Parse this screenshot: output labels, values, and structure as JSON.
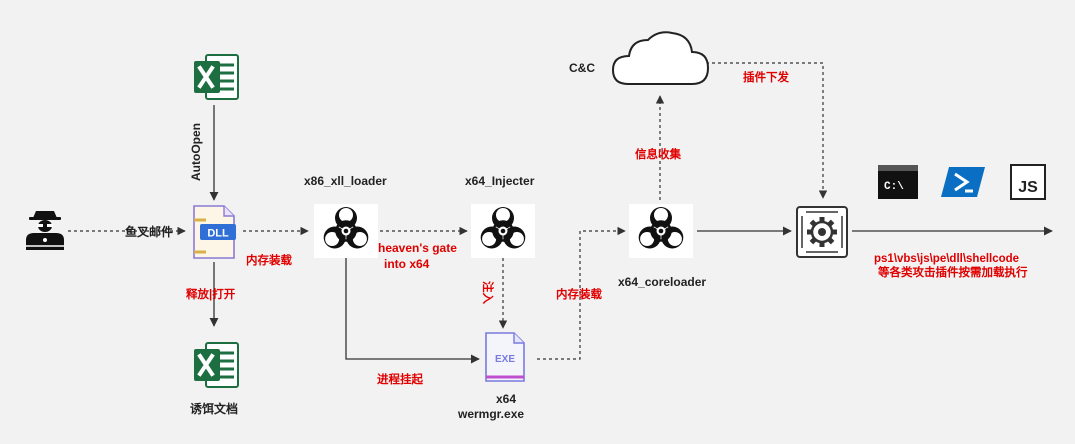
{
  "nodes": {
    "cnc_label": "C&C",
    "autoopen": "AutoOpen",
    "x86_loader": "x86_xll_loader",
    "x64_injecter": "x64_Injecter",
    "x64_coreloader": "x64_coreloader",
    "x64": "x64",
    "wermgr": "wermgr.exe",
    "dll_badge": "DLL",
    "exe_badge": "EXE",
    "decoy_doc": "诱饵文档",
    "cmd_text": "C:\\",
    "js_text": "JS"
  },
  "edges": {
    "phishing_mail": "鱼叉邮件",
    "mem_load_1": "内存装载",
    "release_open": "释放|打开",
    "heavens_gate_1": "heaven's gate",
    "heavens_gate_2": "into x64",
    "inject": "注入",
    "process_suspend": "进程挂起",
    "mem_load_2": "内存装载",
    "info_collect": "信息收集",
    "plugin_deliver": "插件下发",
    "plugins_line1": "ps1\\vbs\\js\\pe\\dll\\shellcode",
    "plugins_line2": "等各类攻击插件按需加载执行"
  },
  "colors": {
    "excel_green": "#1d6f42",
    "alert_red": "#e00000",
    "powershell_blue": "#0a6fc2",
    "line": "#333333"
  },
  "icons": [
    "hacker-icon",
    "excel-icon",
    "dll-file-icon",
    "biohazard-icon",
    "exe-file-icon",
    "cloud-icon",
    "gear-module-icon",
    "cmd-icon",
    "powershell-icon",
    "js-icon"
  ]
}
